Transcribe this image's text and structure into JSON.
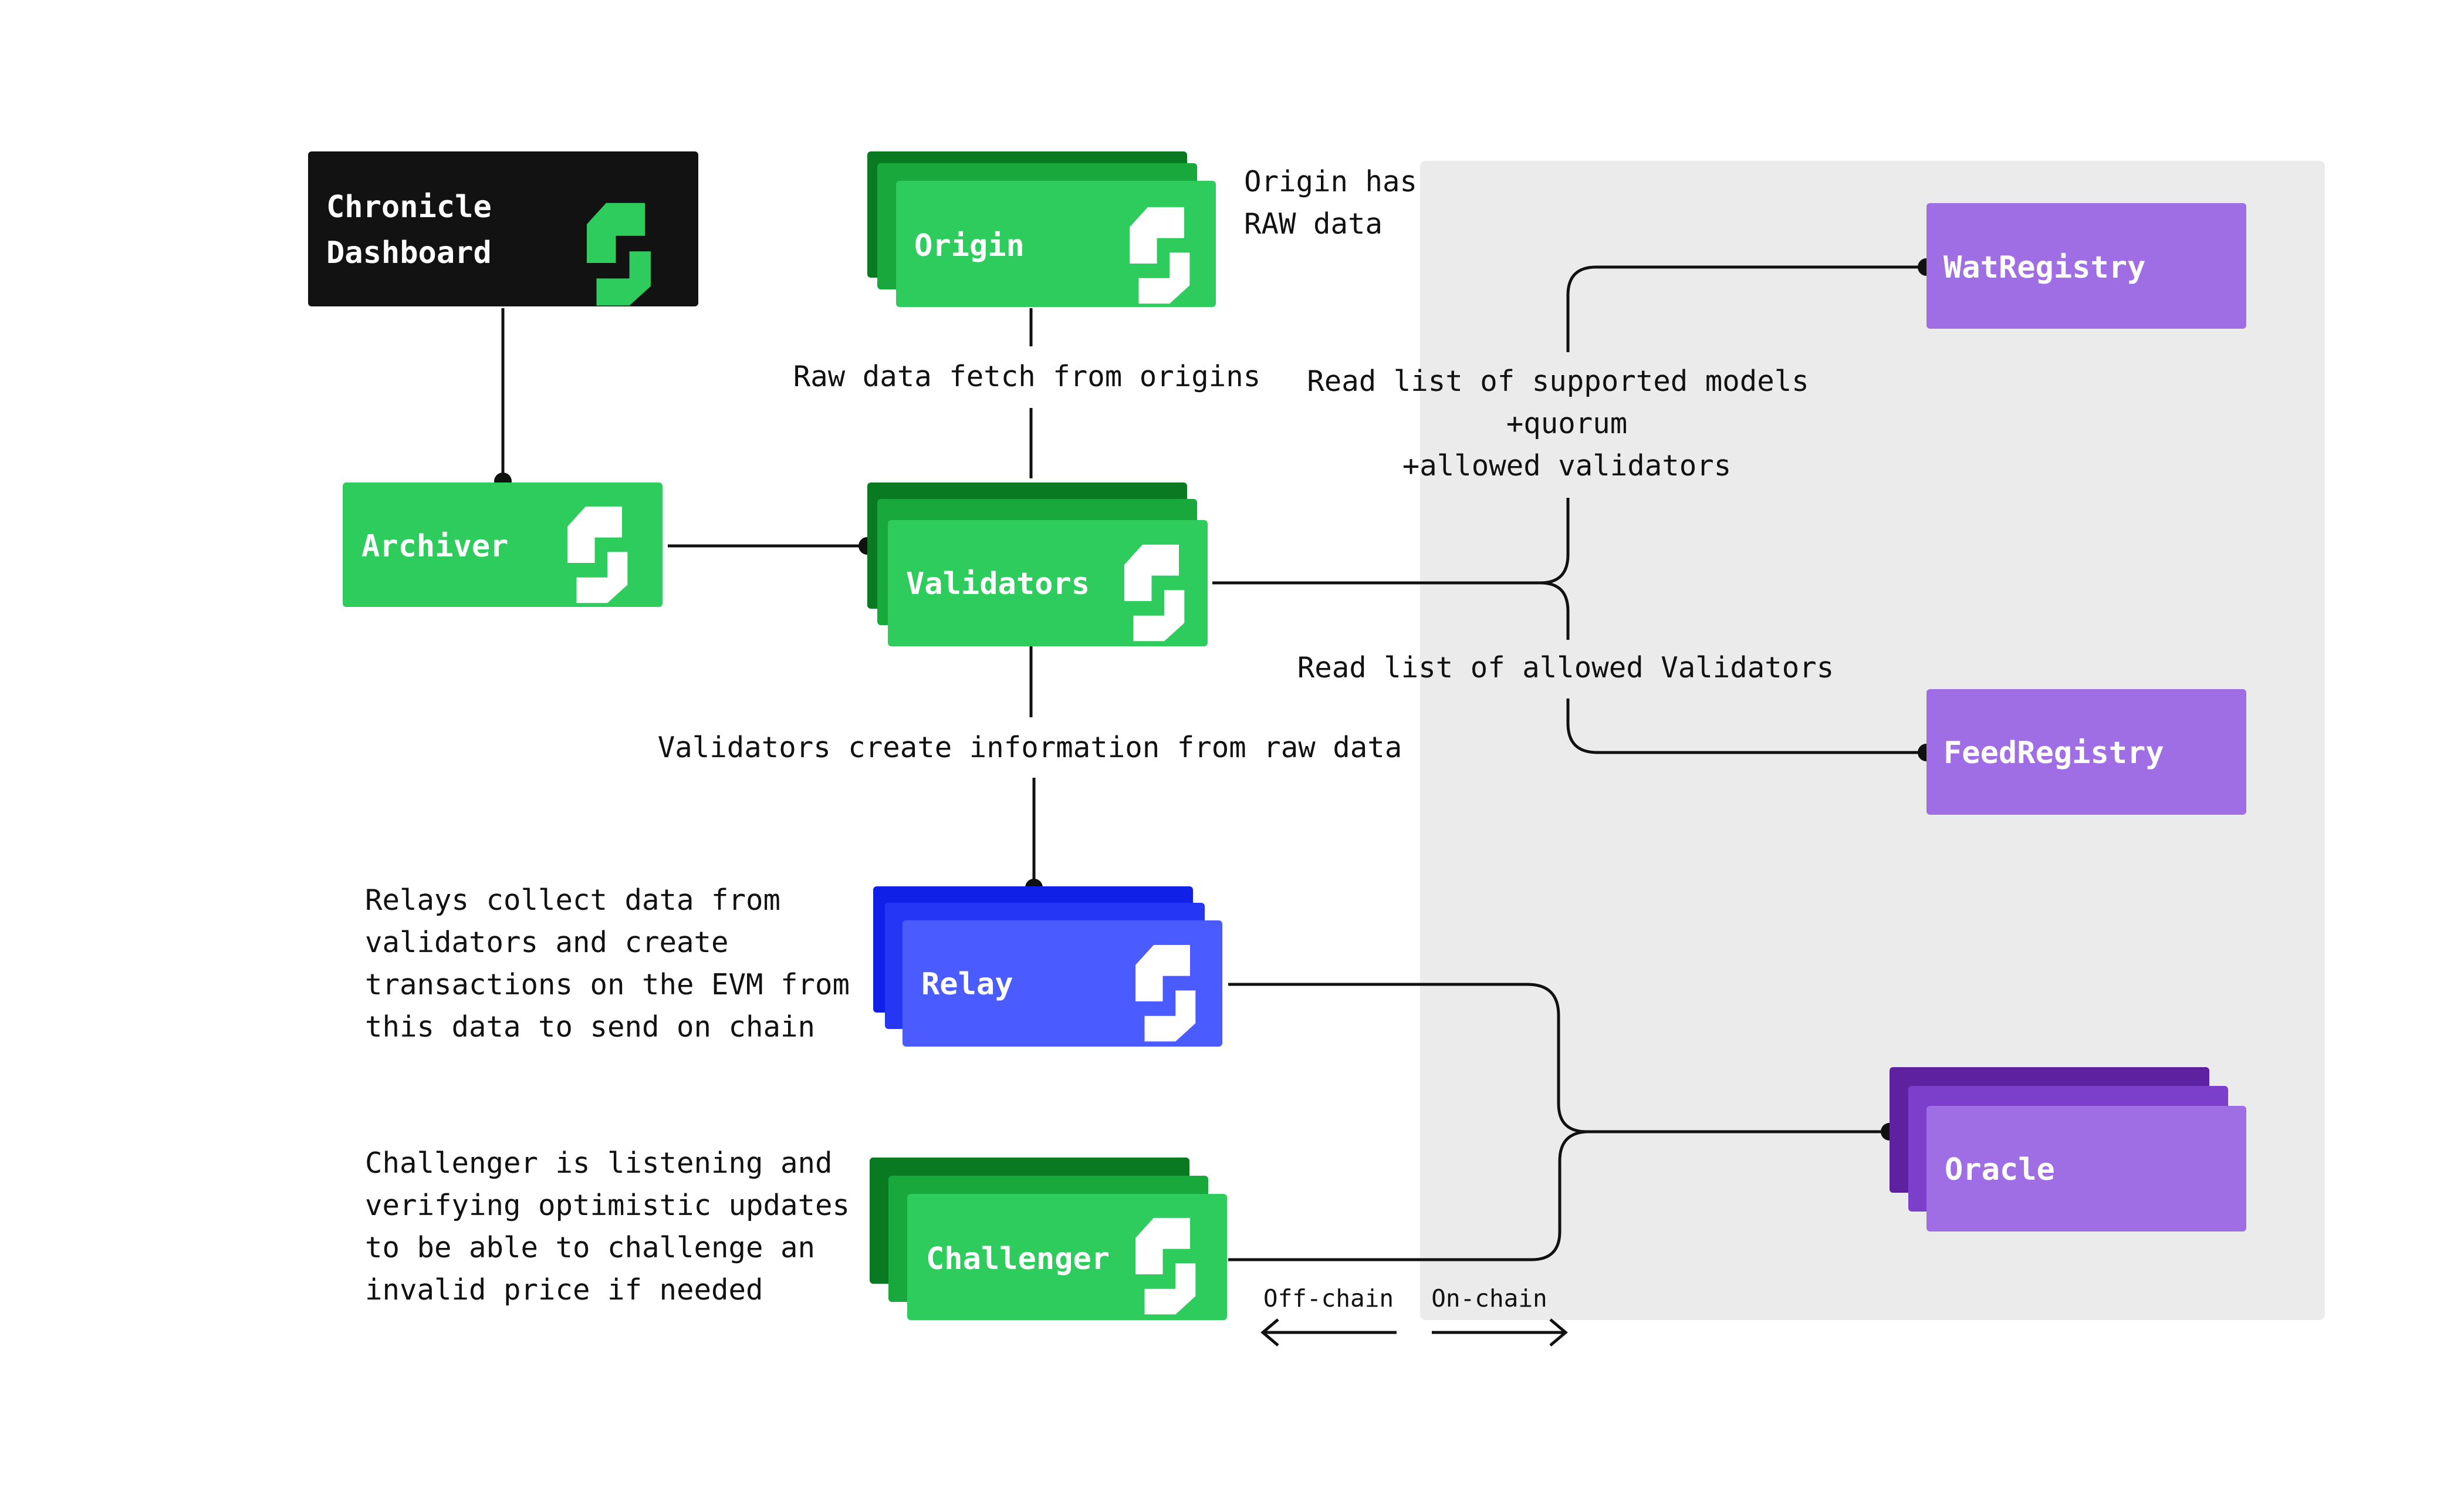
{
  "nodes": {
    "dashboard": {
      "line1": "Chronicle",
      "line2": "Dashboard"
    },
    "origin": {
      "label": "Origin"
    },
    "archiver": {
      "label": "Archiver"
    },
    "validators": {
      "label": "Validators"
    },
    "relay": {
      "label": "Relay"
    },
    "challenger": {
      "label": "Challenger"
    },
    "wat_registry": {
      "label": "WatRegistry"
    },
    "feed_registry": {
      "label": "FeedRegistry"
    },
    "oracle": {
      "label": "Oracle"
    }
  },
  "annotations": {
    "origin_note": [
      "Origin has",
      "RAW data"
    ],
    "raw_fetch": "Raw data fetch from origins",
    "read_models": [
      "Read list of supported models",
      "+quorum",
      "+allowed validators"
    ],
    "read_validators": "Read list of allowed Validators",
    "validators_create": "Validators create information from raw data",
    "relays_note": [
      "Relays collect data from",
      "validators and create",
      "transactions on the EVM from",
      "this data to send on chain"
    ],
    "challenger_note": [
      "Challenger is listening and",
      "verifying optimistic updates",
      "to be able to challenge an",
      "invalid price if needed"
    ]
  },
  "legend": {
    "off_chain": "Off-chain",
    "on_chain": "On-chain"
  },
  "colors": {
    "green": "#2ecc5c",
    "green_mid": "#18a83c",
    "green_dark": "#0a7a22",
    "blue": "#4a5cff",
    "blue_mid": "#2536f5",
    "blue_dark": "#1020e6",
    "purple": "#a06ee4",
    "purple_mid": "#7c3fcc",
    "purple_dark": "#5e22a0",
    "black": "#121212",
    "onchain_bg": "#ebebeb",
    "line": "#111111"
  },
  "icons": {
    "node": "chronicle-logo-icon",
    "arrow_left": "arrow-left-icon",
    "arrow_right": "arrow-right-icon"
  }
}
